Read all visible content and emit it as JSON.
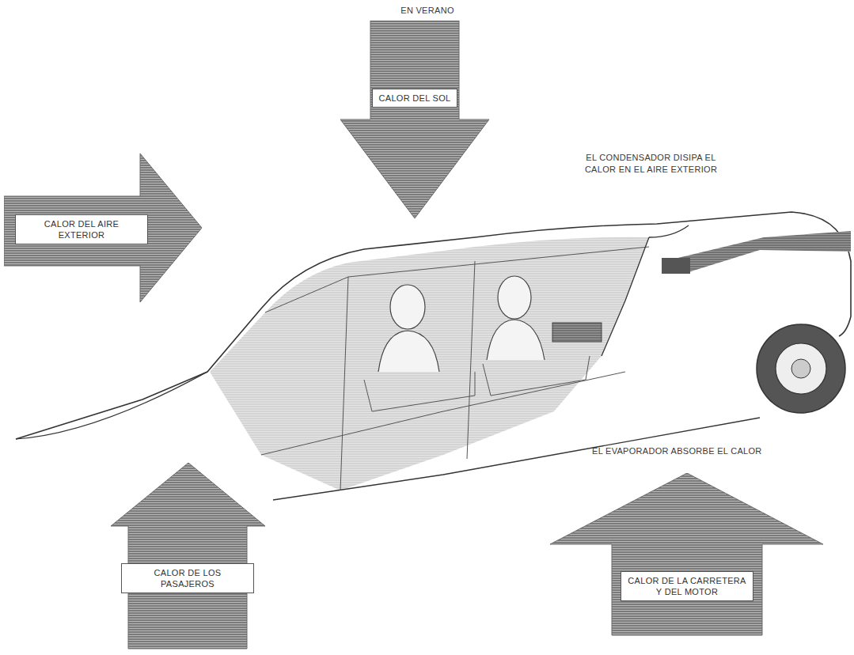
{
  "diagram": {
    "title": "EN VERANO",
    "nodes": [
      {
        "text": [
          "CALOR DEL SOL"
        ]
      },
      {
        "text": [
          "CALOR DEL AIRE EXTERIOR"
        ]
      },
      {
        "text": [
          "CALOR DE LOS PASAJEROS"
        ]
      },
      {
        "text": [
          "CALOR DE LA CARRETERA Y DEL MOTOR"
        ]
      }
    ],
    "labels": [
      "EL CONDENSADOR DISIPA EL CALOR EN EL AIRE EXTERIOR",
      "EL EVAPORADOR ABSORBE EL CALOR"
    ]
  }
}
